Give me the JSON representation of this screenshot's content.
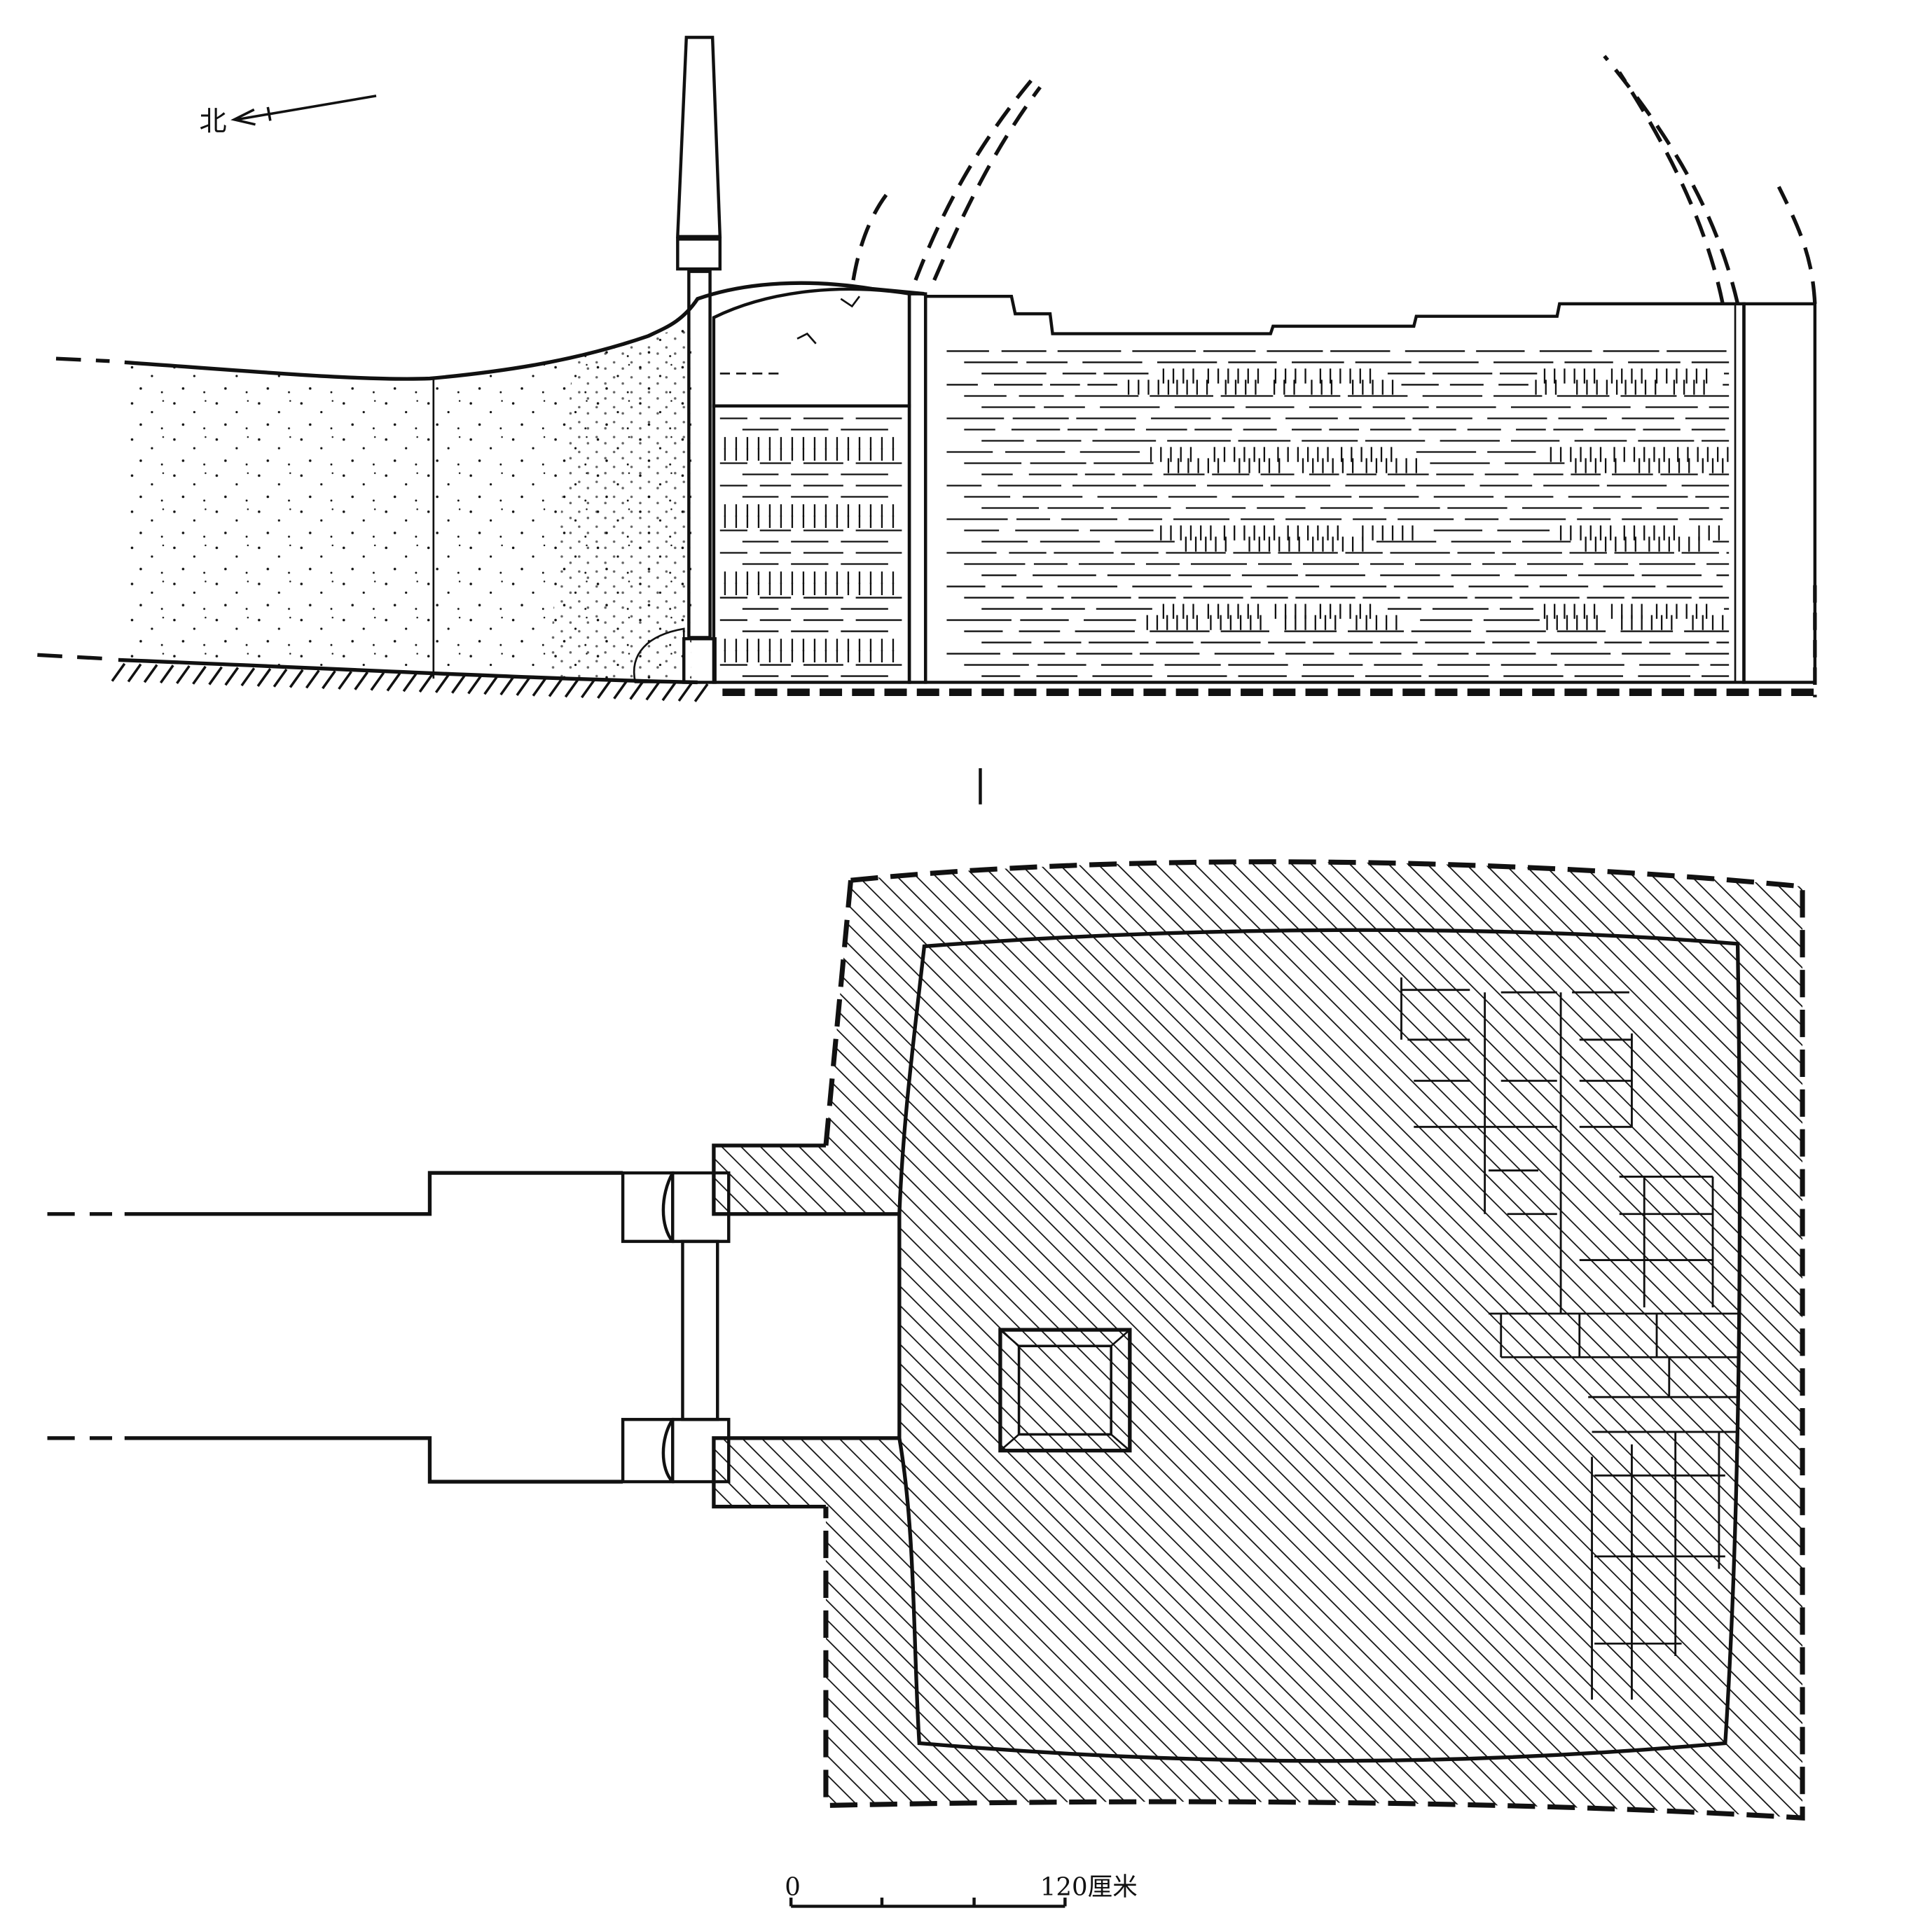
{
  "labels": {
    "north": "北",
    "scale_zero": "0",
    "scale_end": "120厘米"
  },
  "colors": {
    "ink": "#111111",
    "paper": "#ffffff"
  }
}
